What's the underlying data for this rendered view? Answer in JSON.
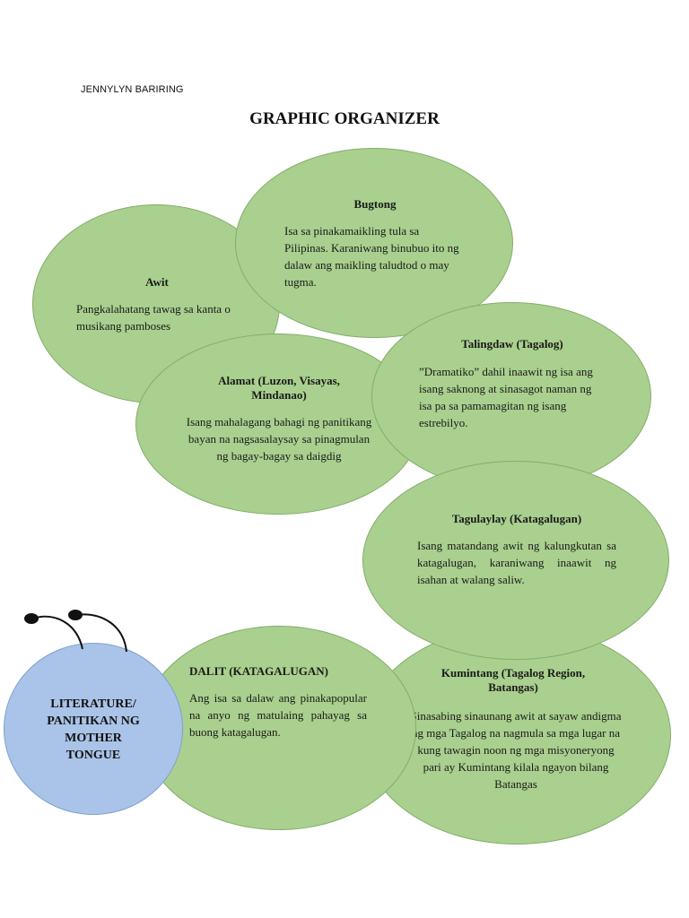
{
  "author": "JENNYLYN BARIRING",
  "title": "GRAPHIC ORGANIZER",
  "center": {
    "label_lines": [
      "LITERATURE/",
      "PANITIKAN NG",
      "MOTHER",
      "TONGUE"
    ]
  },
  "nodes": {
    "awit": {
      "heading": "Awit",
      "body": "Pangkalahatang tawag sa kanta o musikang pamboses"
    },
    "bugtong": {
      "heading": "Bugtong",
      "body": "Isa sa pinakamaikling tula sa Pilipinas. Karaniwang binubuo ito ng dalaw ang maikling taludtod o may tugma."
    },
    "alamat": {
      "heading": "Alamat (Luzon, Visayas, Mindanao)",
      "body": "Isang mahalagang bahagi ng panitikang bayan na nagsasalaysay sa pinagmulan ng bagay-bagay sa daigdig"
    },
    "talingdaw": {
      "heading": "Talingdaw (Tagalog)",
      "body": "”Dramatiko” dahil inaawit ng isa ang isang saknong at sinasagot naman ng isa pa sa pamamagitan ng isang estrebilyo."
    },
    "tagulaylay": {
      "heading": "Tagulaylay (Katagalugan)",
      "body": "Isang matandang awit ng kalungkutan sa katagalugan, karaniwang inaawit ng isahan at walang saliw."
    },
    "dalit": {
      "heading": "DALIT (KATAGALUGAN)",
      "body": "Ang isa sa dalaw ang pinakapopular na anyo ng matulaing pahayag sa buong katagalugan."
    },
    "kumintang": {
      "heading": "Kumintang (Tagalog Region, Batangas)",
      "body": "Sinasabing sinaunang awit at sayaw andigma ng mga Tagalog na nagmula sa mga lugar na kung tawagin noon ng mga misyoneryong pari ay Kumintang kilala ngayon bilang Batangas"
    }
  }
}
